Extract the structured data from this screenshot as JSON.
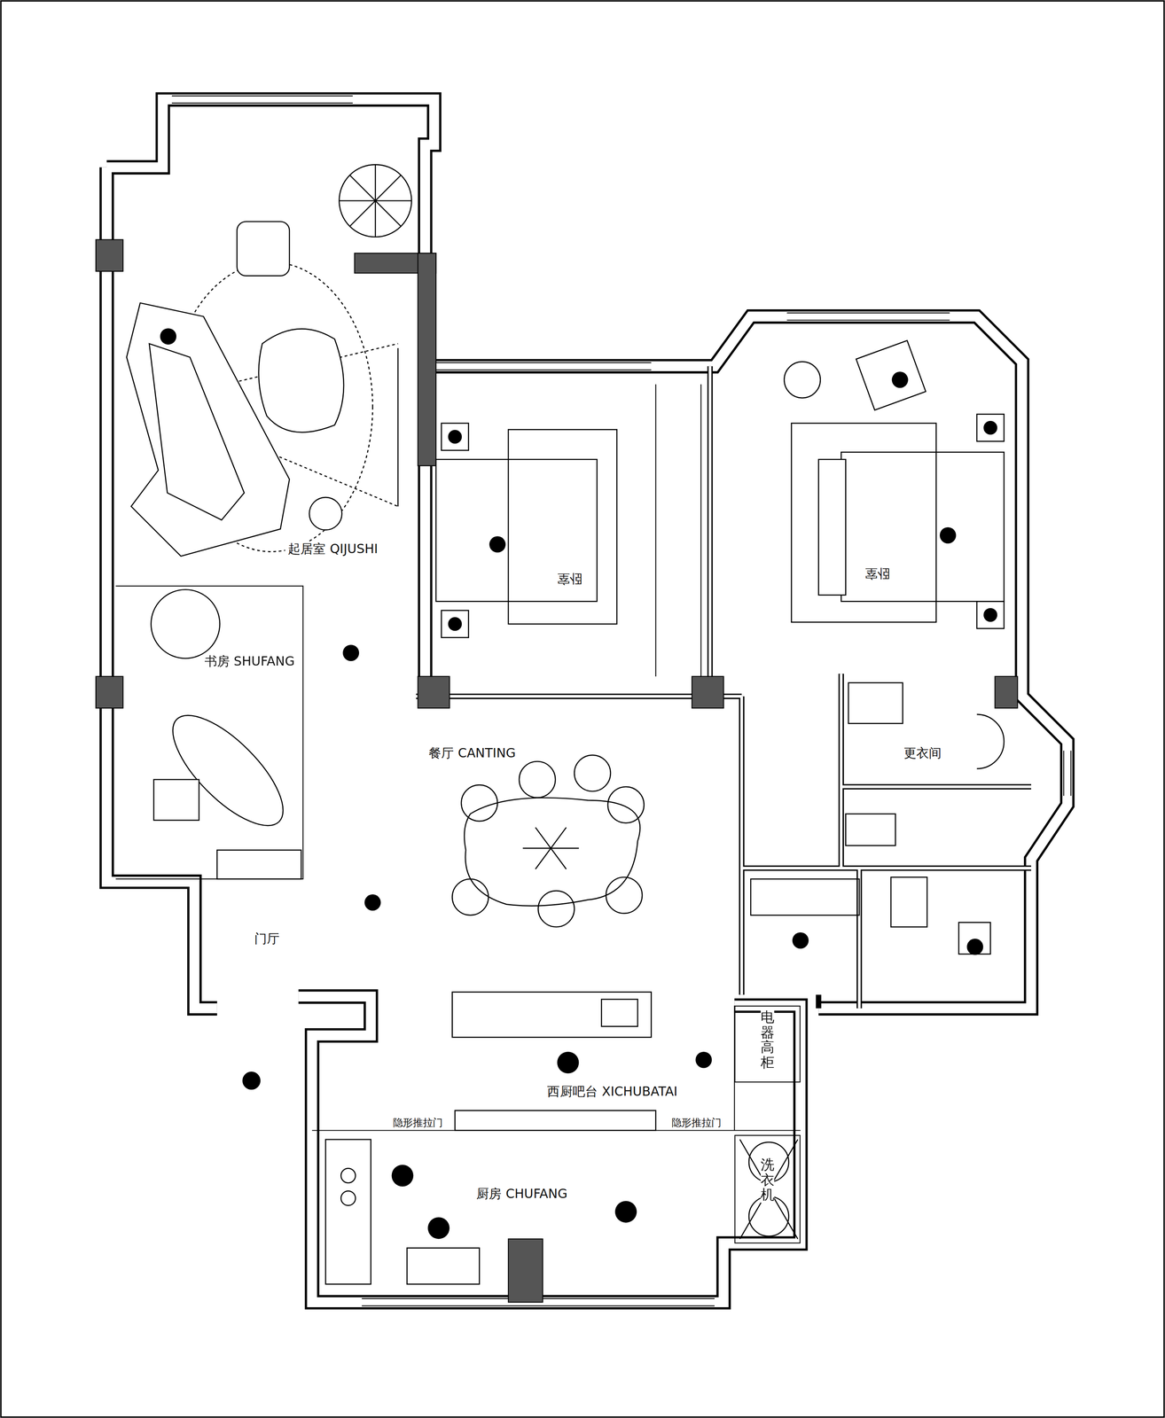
{
  "diagram": {
    "nodes": [
      {
        "text": [
          "书房 SHUFANG"
        ]
      },
      {
        "text": [
          "电器高柜"
        ]
      },
      {
        "text": [
          "洗衣机"
        ]
      }
    ],
    "labels": [
      "起居室 QIJUSHI",
      "餐厅 CANTING",
      "门厅",
      "卧室",
      "卧室",
      "更衣间",
      "西厨吧台 XICHUBATAI",
      "隐形推拉门",
      "隐形推拉门",
      "厨房 CHUFANG"
    ]
  }
}
